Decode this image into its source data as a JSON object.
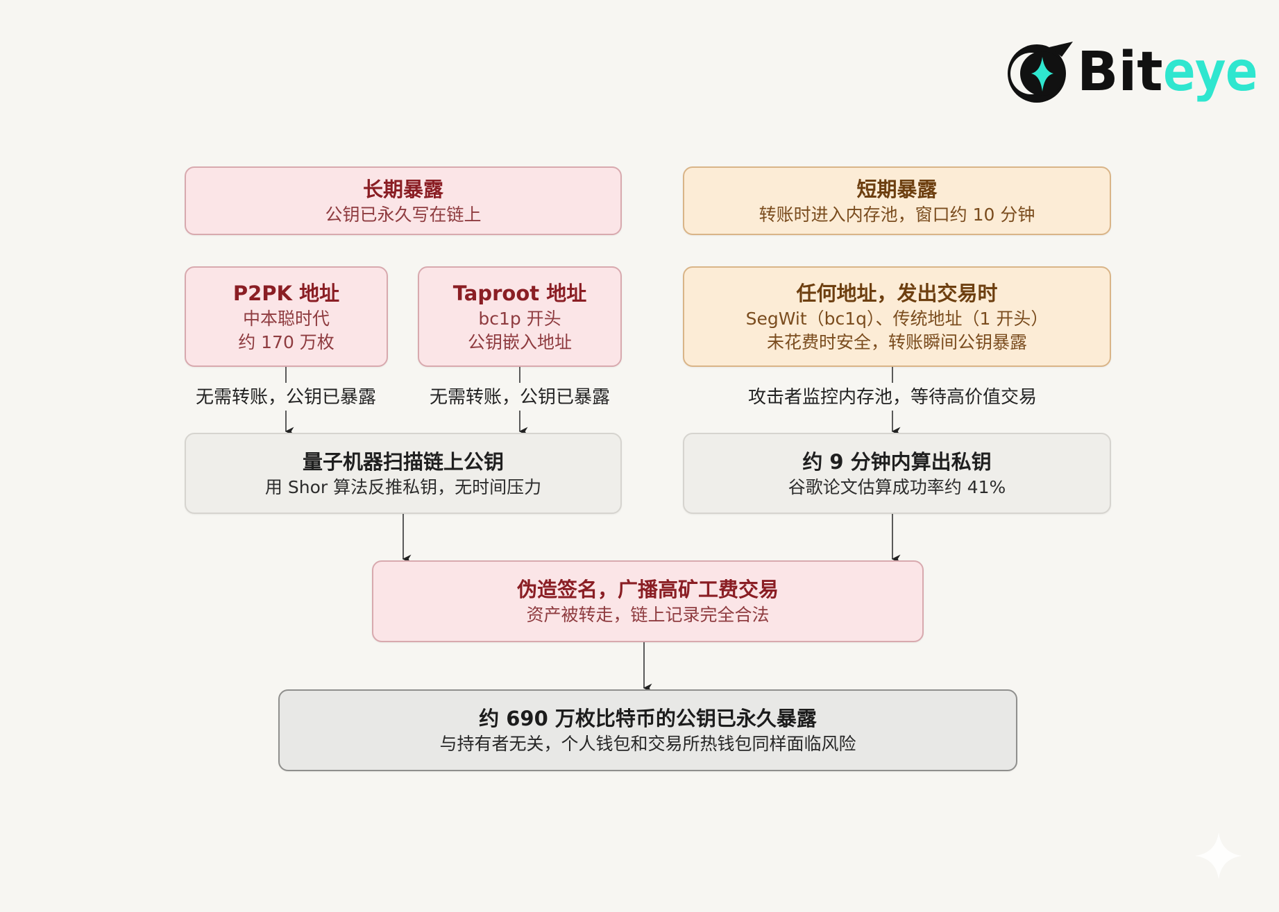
{
  "logo": {
    "brand_dark": "Bit",
    "brand_accent": "eye",
    "accent_color": "#2fe6cf"
  },
  "columns": {
    "long_term": {
      "title": "长期暴露",
      "subtitle": "公钥已永久写在链上"
    },
    "short_term": {
      "title": "短期暴露",
      "subtitle": "转账时进入内存池，窗口约 10 分钟"
    }
  },
  "nodes": {
    "p2pk": {
      "title": "P2PK 地址",
      "lines": [
        "中本聪时代",
        "约 170 万枚"
      ]
    },
    "taproot": {
      "title": "Taproot 地址",
      "lines": [
        "bc1p 开头",
        "公钥嵌入地址"
      ]
    },
    "any_address": {
      "title": "任何地址，发出交易时",
      "lines": [
        "SegWit（bc1q）、传统地址（1 开头）",
        "未花费时安全，转账瞬间公钥暴露"
      ]
    },
    "quantum_scan": {
      "title": "量子机器扫描链上公钥",
      "subtitle": "用 Shor 算法反推私钥，无时间压力"
    },
    "nine_minutes": {
      "title": "约 9 分钟内算出私钥",
      "subtitle": "谷歌论文估算成功率约 41%"
    },
    "forge": {
      "title": "伪造签名，广播高矿工费交易",
      "subtitle": "资产被转走，链上记录完全合法"
    },
    "result": {
      "title": "约 690 万枚比特币的公钥已永久暴露",
      "subtitle": "与持有者无关，个人钱包和交易所热钱包同样面临风险"
    }
  },
  "edges": {
    "p2pk_to_scan": "无需转账，公钥已暴露",
    "taproot_to_scan": "无需转账，公钥已暴露",
    "any_to_nine": "攻击者监控内存池，等待高价值交易"
  },
  "colors": {
    "long_term_fill": "#fbe5e7",
    "short_term_fill": "#fcecd6",
    "neutral_fill": "#efeeea",
    "background": "#f7f6f2"
  }
}
